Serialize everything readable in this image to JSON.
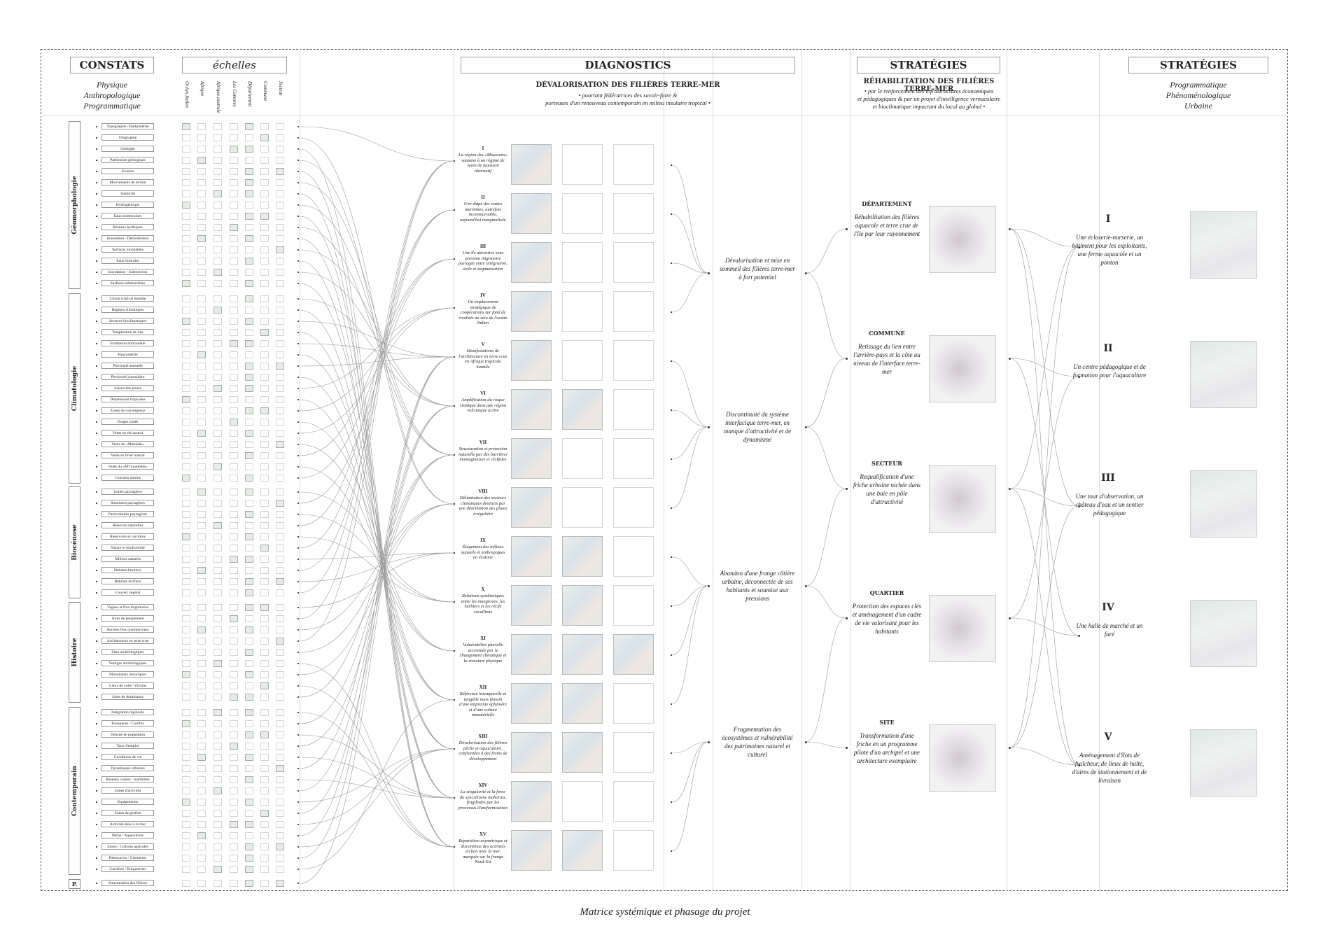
{
  "headers": {
    "constats": "CONSTATS",
    "echelles": "échelles",
    "diagnostics": "DIAGNOSTICS",
    "strategies1": "STRATÉGIES",
    "strategies2": "STRATÉGIES"
  },
  "constats_sub": [
    "Physique",
    "Anthropologique",
    "Programmatique"
  ],
  "scales": [
    "Océan Indien",
    "Afrique",
    "Afrique australe",
    "Les Comores",
    "Département",
    "Commune",
    "Secteur"
  ],
  "diag_heading": {
    "title": "DÉVALORISATION DES FILIÈRES TERRE-MER",
    "line1": "• pourtant fédératrices des savoir-faire &",
    "line2": "porteuses d'un renouveau contemporain en milieu insulaire tropical •"
  },
  "strat_heading": {
    "title": "RÉHABILITATION DES FILIÈRES TERRE-MER",
    "line1": "• par le renforcement des infrastructures économiques",
    "line2": "et pédagogiques & par un projet d'intelligence vernaculaire",
    "line3": "et bioclimatique impactant du local au global •"
  },
  "strat2_sub": [
    "Programmatique",
    "Phénoménologique",
    "Urbaine"
  ],
  "categories": [
    {
      "name": "Géomorphologie",
      "criteria": [
        "Topographie / Bathymétrie",
        "Orographie",
        "Géologie",
        "Patrimoine géologique",
        "Erosion",
        "Mouvements de terrain",
        "Sismicité",
        "Hydrogéologie",
        "Eaux souterraines",
        "Réseaux hydriques",
        "Inondation - Débordement",
        "Surfaces inondables",
        "Eaux littorales",
        "Inondation - Submersion",
        "Surfaces submersibles"
      ]
    },
    {
      "name": "Climatologie",
      "criteria": [
        "Climat tropical humide",
        "Régions climatiques",
        "Secteurs bioclimatiques",
        "Température de l'air",
        "Irradiation horizontale",
        "Hygrométrie",
        "Pluviosité annuelle",
        "Pluviosité journalière",
        "Saison des pluies",
        "Dépressions tropicales",
        "Zones de convergence",
        "Orages isolés",
        "Vents en été austral",
        "Vents du «Matulahi»",
        "Vents en hiver austral",
        "Vents du «M'Gnombeni»",
        "Courants marins"
      ]
    },
    {
      "name": "Biocénose",
      "criteria": [
        "Unités paysagères",
        "Structures paysagères",
        "Particularités paysagères",
        "Réserves naturelles",
        "Réservoirs et corridors",
        "Nature et biodiversité",
        "Milieux naturels",
        "Habitats littoraux",
        "Habitats récifaux",
        "Couvert végétal"
      ]
    },
    {
      "name": "Histoire",
      "criteria": [
        "Vagues et flux migratoires",
        "Aires de peuplement",
        "Anciens flux commerciaux",
        "Architectures en terre crue",
        "Sites archéologiques",
        "Vestiges archéologiques",
        "Monuments historiques",
        "Lieux de culte / Ziyaras",
        "Aires de dominance"
      ]
    },
    {
      "name": "Contemporain",
      "criteria": [
        "Intégration régionale",
        "Puissances / Conflits",
        "Densité de population",
        "Taux d'emploi",
        "Conditions de vie",
        "Dynamiques urbaines",
        "Réseaux viaires - maritimes",
        "Zones d'activités",
        "Equipements",
        "Zones de gestion",
        "Activités liées à la mer",
        "Pêche / Aquaculture",
        "Zones / Cultures agricoles",
        "Ressources / Gisements",
        "Carrières / Briqueteries"
      ]
    },
    {
      "name": "P.",
      "criteria": [
        "Structuration des filières"
      ]
    }
  ],
  "diagnostics": [
    {
      "num": "I",
      "text": "La région des «Moussons» soumise à un régime de vents de mousson alternatif"
    },
    {
      "num": "II",
      "text": "Une étape des routes maritimes, autrefois incontournable, aujourd'hui marginalisée"
    },
    {
      "num": "III",
      "text": "Une île attractive sous pression migratoire partagée entre intégration, asile et stigmatisation"
    },
    {
      "num": "IV",
      "text": "Un emplacement stratégique de coopérations sur fond de rivalités au sein de l'océan Indien"
    },
    {
      "num": "V",
      "text": "Manifestations de l'architecture en terre crue en Afrique tropicale humide"
    },
    {
      "num": "VI",
      "text": "Amplification du risque sismique dans une région volcanique active"
    },
    {
      "num": "VII",
      "text": "Structuration et protection naturelle par des barrières montagneuses et récifales"
    },
    {
      "num": "VIII",
      "text": "Délimitation des secteurs climatiques distincts par une distribution des pluies irrégulière"
    },
    {
      "num": "IX",
      "text": "Étagement des milieux naturels et anthropiques en écotone"
    },
    {
      "num": "X",
      "text": "Relations symbiotiques entre les mangroves, les herbiers et les récifs coralliens"
    },
    {
      "num": "XI",
      "text": "Vulnérabilité plurielle accentuée par le changement climatique et la structure physique"
    },
    {
      "num": "XII",
      "text": "Référence intemporelle et tangible mais témoin d'une empreinte éphémère et d'une culture immatérielle"
    },
    {
      "num": "XIII",
      "text": "Dévalorisation des filières pêche et aquaculture, confrontées à des freins de développement"
    },
    {
      "num": "XIV",
      "text": "La singularité et la force du syncrétisme mahorais, fragilisées par les processus d'uniformisation"
    },
    {
      "num": "XV",
      "text": "Répartition asymétrique et discontinue des activités en lien avec la mer, marquée sur la frange Nord-Est"
    }
  ],
  "syntheses": [
    "Dévalorisation et mise en sommeil des filières terre-mer à fort potentiel",
    "Discontinuité du système interfacique terre-mer, en manque d'attractivité et de dynamisme",
    "Abandon d'une frange côtière urbaine, déconnectée de ses habitants et soumise aux pressions",
    "Fragmentation des écosystèmes et vulnérabilité des patrimoines naturel et culturel"
  ],
  "levels": [
    {
      "name": "DÉPARTEMENT",
      "text": "Réhabilitation des filières aquacole et terre crue de l'île par leur rayonnement"
    },
    {
      "name": "COMMUNE",
      "text": "Retissage du lien entre l'arrière-pays et la côte au niveau de l'interface terre-mer"
    },
    {
      "name": "SECTEUR",
      "text": "Requalification d'une friche urbaine nichée dans une baie en pôle d'attractivité"
    },
    {
      "name": "QUARTIER",
      "text": "Protection des espaces clés et aménagement d'un cadre de vie valorisant pour les habitants"
    },
    {
      "name": "SITE",
      "text": "Transformation d'une friche en un programme pilote d'un archipel et une architecture exemplaire"
    }
  ],
  "phases": [
    {
      "num": "I",
      "text": "Une écloserie-nurserie, un bâtiment pour les exploitants, une ferme aquacole et un ponton"
    },
    {
      "num": "II",
      "text": "Un centre pédagogique et de formation pour l'aquaculture"
    },
    {
      "num": "III",
      "text": "Une tour d'observation, un château d'eau et un sentier pédagogique"
    },
    {
      "num": "IV",
      "text": "Une halle de marché et un faré"
    },
    {
      "num": "V",
      "text": "Aménagement d'îlots de fraîcheur, de lieux de halte, d'aires de stationnement et de livraison"
    }
  ],
  "caption": "Matrice systémique et phasage du projet",
  "colors": {
    "frame": "#555555",
    "line": "#9a9a9a",
    "text": "#222222",
    "thumb": "#e6ece6"
  }
}
